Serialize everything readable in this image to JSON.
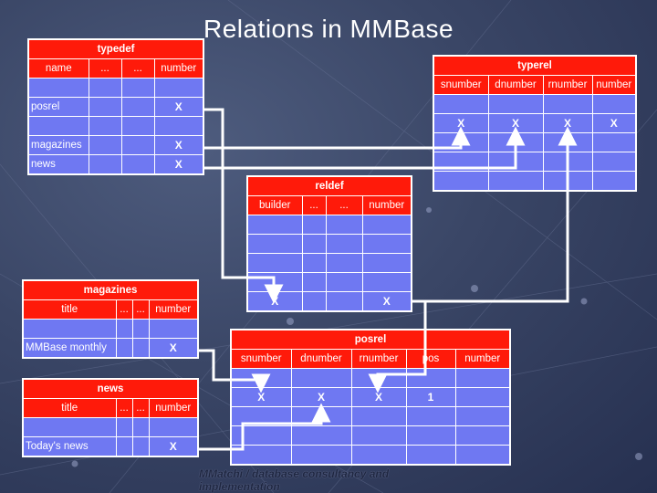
{
  "title": "Relations in MMBase",
  "footer": "MMatchi / database consultancy and implementation",
  "tables": {
    "typedef": {
      "name": "typedef",
      "columns": [
        "name",
        "...",
        "...",
        "number"
      ],
      "rows": [
        [
          "",
          "",
          "",
          ""
        ],
        [
          "posrel",
          "",
          "",
          "X"
        ],
        [
          "",
          "",
          "",
          ""
        ],
        [
          "magazines",
          "",
          "",
          "X"
        ],
        [
          "news",
          "",
          "",
          "X"
        ]
      ]
    },
    "typerel": {
      "name": "typerel",
      "columns": [
        "snumber",
        "dnumber",
        "rnumber",
        "number"
      ],
      "rows": [
        [
          "",
          "",
          "",
          ""
        ],
        [
          "X",
          "X",
          "X",
          "X"
        ],
        [
          "",
          "",
          "",
          ""
        ],
        [
          "",
          "",
          "",
          ""
        ],
        [
          "",
          "",
          "",
          ""
        ]
      ]
    },
    "reldef": {
      "name": "reldef",
      "columns": [
        "builder",
        "...",
        "...",
        "number"
      ],
      "rows": [
        [
          "",
          "",
          "",
          ""
        ],
        [
          "",
          "",
          "",
          ""
        ],
        [
          "",
          "",
          "",
          ""
        ],
        [
          "",
          "",
          "",
          ""
        ],
        [
          "X",
          "",
          "",
          "X"
        ]
      ]
    },
    "magazines": {
      "name": "magazines",
      "columns": [
        "title",
        "...",
        "...",
        "number"
      ],
      "rows": [
        [
          "",
          "",
          "",
          ""
        ],
        [
          "MMBase monthly",
          "",
          "",
          "X"
        ]
      ]
    },
    "news": {
      "name": "news",
      "columns": [
        "title",
        "...",
        "...",
        "number"
      ],
      "rows": [
        [
          "",
          "",
          "",
          ""
        ],
        [
          "Today's news",
          "",
          "",
          "X"
        ]
      ]
    },
    "posrel": {
      "name": "posrel",
      "columns": [
        "snumber",
        "dnumber",
        "rnumber",
        "pos",
        "number"
      ],
      "rows": [
        [
          "",
          "",
          "",
          "",
          ""
        ],
        [
          "X",
          "X",
          "X",
          "1",
          ""
        ],
        [
          "",
          "",
          "",
          "",
          ""
        ],
        [
          "",
          "",
          "",
          "",
          ""
        ],
        [
          "",
          "",
          "",
          "",
          ""
        ]
      ]
    }
  }
}
